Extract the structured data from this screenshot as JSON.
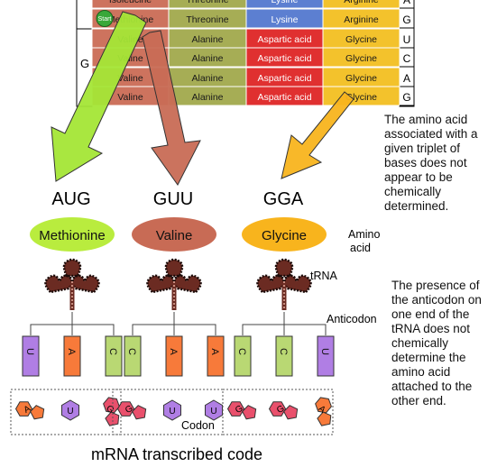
{
  "codon_table": {
    "first_base_partial": "",
    "first_base": "G",
    "rows": [
      {
        "cells": [
          "Isoleucine",
          "Threonine",
          "Lysine",
          "Arginine"
        ],
        "third": "A"
      },
      {
        "cells": [
          "Methionine",
          "Threonine",
          "Lysine",
          "Arginine"
        ],
        "third": "G",
        "start_label": "Start"
      },
      {
        "cells": [
          "Valine",
          "Alanine",
          "Aspartic acid",
          "Glycine"
        ],
        "third": "U"
      },
      {
        "cells": [
          "Valine",
          "Alanine",
          "Aspartic acid",
          "Glycine"
        ],
        "third": "C"
      },
      {
        "cells": [
          "Valine",
          "Alanine",
          "Aspartic acid",
          "Glycine"
        ],
        "third": "A"
      },
      {
        "cells": [
          "Valine",
          "Alanine",
          "Aspartic acid",
          "Glycine"
        ],
        "third": "G"
      }
    ],
    "colors": {
      "col1": "#cd735e",
      "col2": "#a6ad55",
      "col3_top": "#5c7fd1",
      "col3_bottom": "#e03030",
      "col4": "#f3c22c",
      "start": "#39a83a"
    }
  },
  "codons": [
    {
      "triplet": "AUG",
      "amino_acid": "Methionine",
      "color": "#b9ec3e",
      "anticodon": [
        "U",
        "A",
        "C"
      ],
      "arrow_color": "#a4e636"
    },
    {
      "triplet": "GUU",
      "amino_acid": "Valine",
      "color": "#c86b55",
      "anticodon": [
        "C",
        "A",
        "A"
      ],
      "arrow_color": "#c86b55"
    },
    {
      "triplet": "GGA",
      "amino_acid": "Glycine",
      "color": "#f8b41d",
      "anticodon": [
        "C",
        "C",
        "U"
      ],
      "arrow_color": "#f8b41d"
    }
  ],
  "base_colors": {
    "U": "#b07ee4",
    "A": "#f77a3a",
    "C": "#b9d873",
    "G": "#e9506c"
  },
  "mrna_groups": [
    [
      "A",
      "U",
      "G"
    ],
    [
      "G",
      "U",
      "U"
    ],
    [
      "G",
      "G",
      "A"
    ]
  ],
  "labels": {
    "amino_acid": "Amino\nacid",
    "trna": "tRNA",
    "anticodon": "Anticodon",
    "codon": "Codon",
    "mrna": "mRNA transcribed code"
  },
  "notes": {
    "top": "The amino acid associated with a given triplet of bases does not appear to be chemically determined.",
    "bottom": "The presence of the anticodon on one end of the tRNA does not chemically determine the amino acid attached to the other end."
  }
}
